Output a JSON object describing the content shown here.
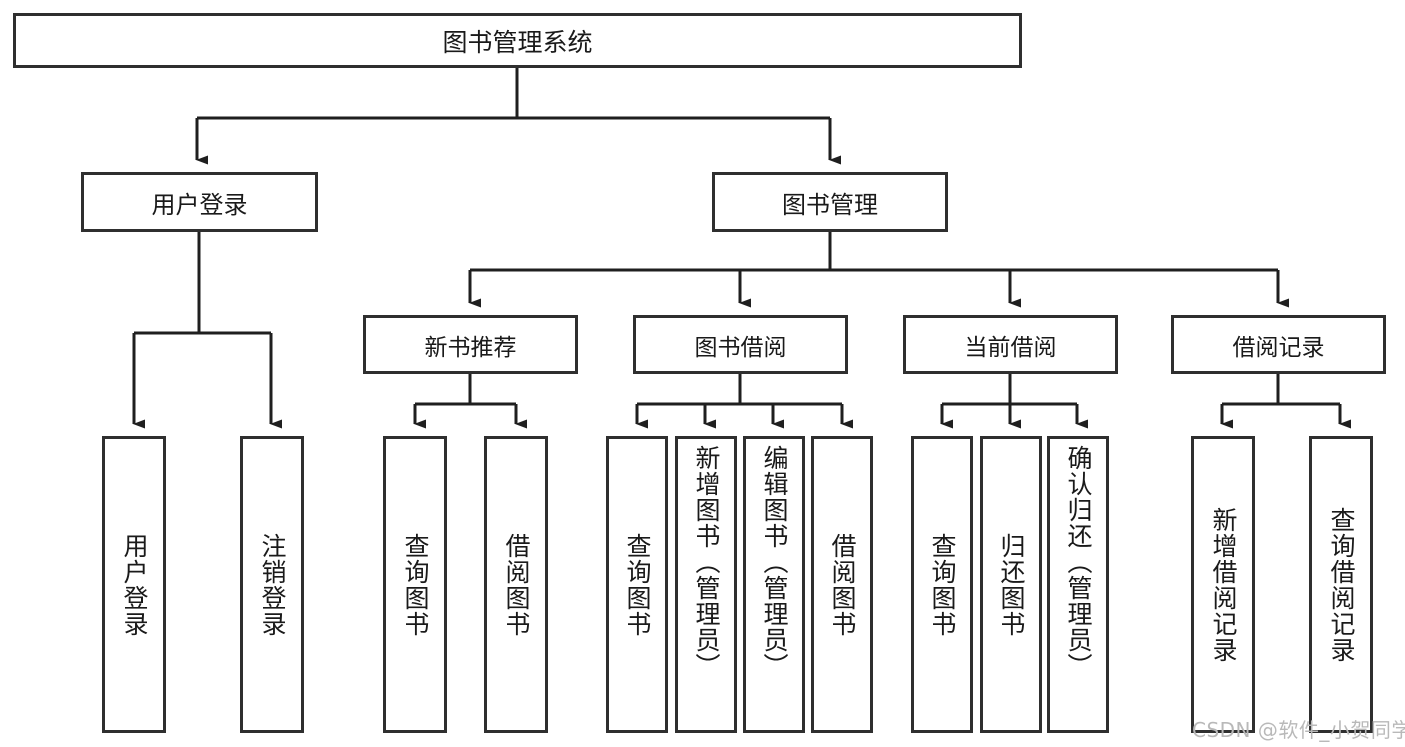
{
  "diagram": {
    "title": "图书管理系统",
    "type": "hierarchy-tree",
    "root": {
      "label": "图书管理系统"
    },
    "level1": [
      {
        "label": "用户登录"
      },
      {
        "label": "图书管理"
      }
    ],
    "level2": [
      {
        "label": "新书推荐"
      },
      {
        "label": "图书借阅"
      },
      {
        "label": "当前借阅"
      },
      {
        "label": "借阅记录"
      }
    ],
    "leaves": {
      "user_login": [
        {
          "label": "用户登录"
        },
        {
          "label": "注销登录"
        }
      ],
      "new_book_recommend": [
        {
          "label": "查询图书"
        },
        {
          "label": "借阅图书"
        }
      ],
      "book_borrow": [
        {
          "label": "查询图书"
        },
        {
          "label": "新增图书（管理员）"
        },
        {
          "label": "编辑图书（管理员）"
        },
        {
          "label": "借阅图书"
        }
      ],
      "current_borrow": [
        {
          "label": "查询图书"
        },
        {
          "label": "归还图书"
        },
        {
          "label": "确认归还（管理员）"
        }
      ],
      "borrow_record": [
        {
          "label": "新增借阅记录"
        },
        {
          "label": "查询借阅记录"
        }
      ]
    }
  },
  "watermark": {
    "text": "CSDN @软件_小贺同学"
  },
  "colors": {
    "border": "#2f2f2f",
    "line": "#1f1f1f",
    "background": "#ffffff",
    "text": "#1a1a1a",
    "watermark": "#b9b9b9"
  }
}
